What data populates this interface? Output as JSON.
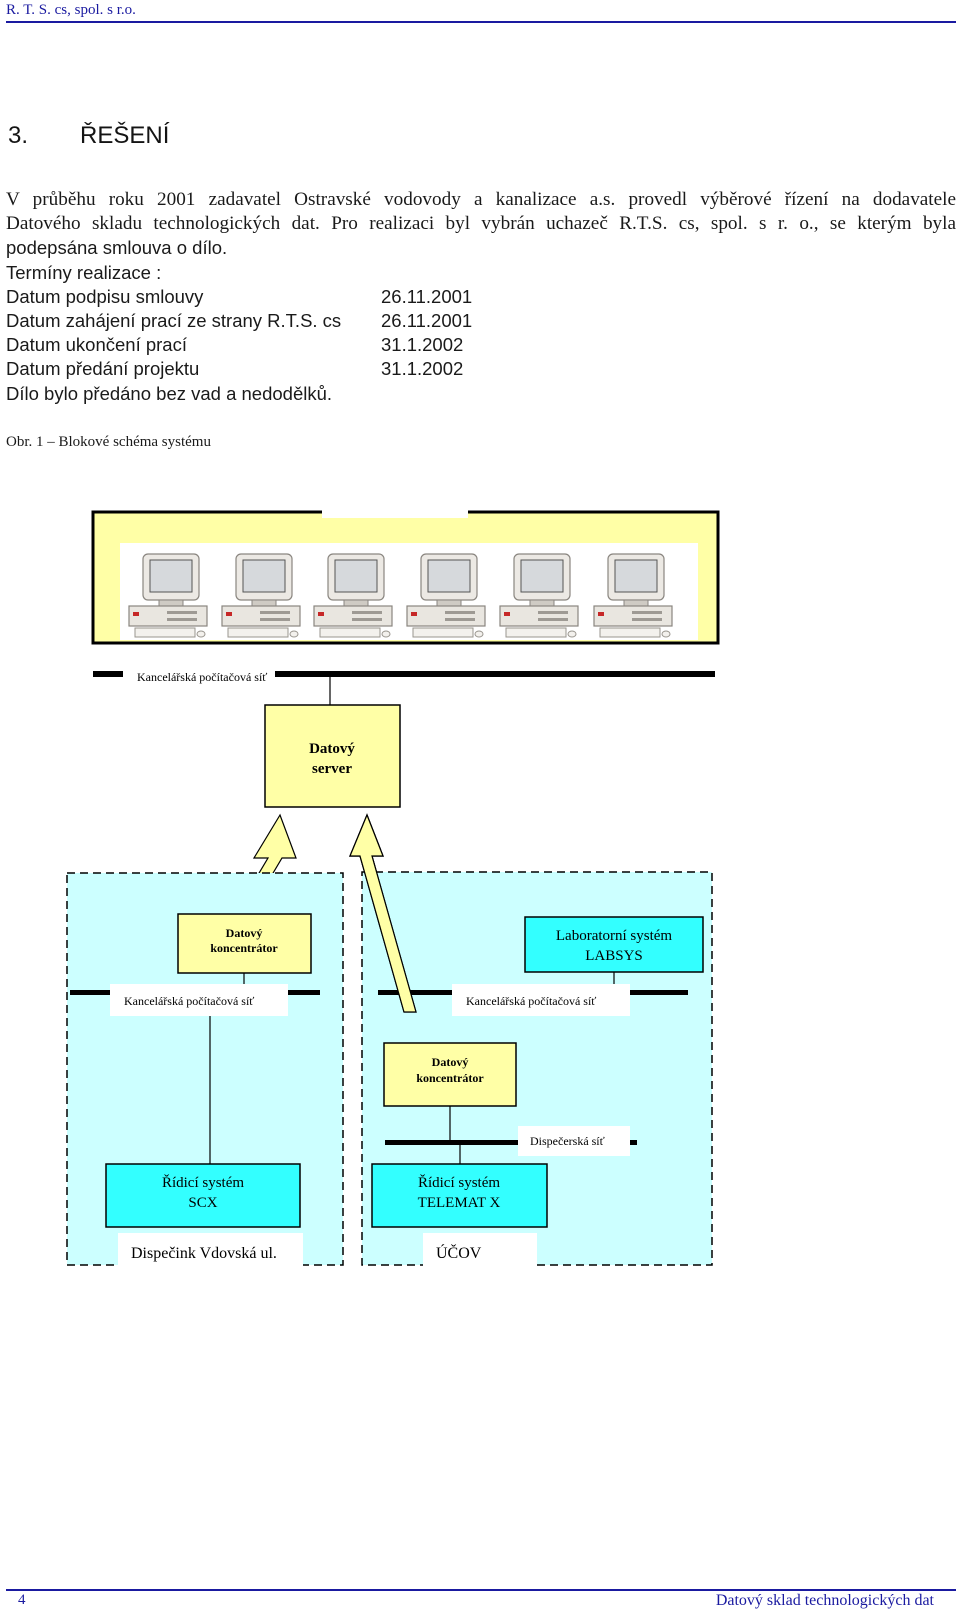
{
  "header": {
    "company": "R. T. S. cs, spol. s r.o."
  },
  "section": {
    "number": "3.",
    "title": "ŘEŠENÍ"
  },
  "intro": {
    "line1": "V průběhu roku 2001 zadavatel Ostravské vodovody a kanalizace a.s. provedl výběrové řízení na dodavatele",
    "line2": "Datového skladu technologických dat. Pro realizaci byl vybrán uchazeč R.T.S. cs, spol. s r. o., se kterým byla",
    "line3": "podepsána smlouva o dílo."
  },
  "terms": {
    "heading": "Termíny realizace :",
    "rows": [
      {
        "label": "Datum podpisu smlouvy",
        "value": "26.11.2001"
      },
      {
        "label": "Datum zahájení prací ze strany R.T.S. cs",
        "value": "26.11.2001"
      },
      {
        "label": "Datum ukončení prací",
        "value": "31.1.2002"
      },
      {
        "label": "Datum předání projektu",
        "value": "31.1.2002"
      }
    ],
    "closing": "Dílo bylo předáno bez vad a nedodělků."
  },
  "figure": {
    "caption": "Obr. 1 – Blokové schéma systému",
    "top_network": "Kancelářská počítačová síť",
    "server": [
      "Datový",
      "server"
    ],
    "concentrator_left": [
      "Datový",
      "koncentrátor"
    ],
    "labsys": [
      "Laboratorní systém",
      "LABSYS"
    ],
    "net_left": "Kancelářská počítačová síť",
    "net_right": "Kancelářská počítačová síť",
    "concentrator_center": [
      "Datový",
      "koncentrátor"
    ],
    "dispatch_network": "Dispečerská síť",
    "scx": [
      "Řídicí systém",
      "SCX"
    ],
    "telemat": [
      "Řídicí systém",
      "TELEMAT X"
    ],
    "site_left": "Dispečink Vdovská ul.",
    "site_right": "ÚČOV",
    "colors": {
      "yellow": "#ffffa6",
      "cyan": "#ccffff",
      "box_cyan": "#33ffff",
      "rule": "#1a1aa0"
    }
  },
  "footer": {
    "page": "4",
    "title": "Datový sklad technologických dat"
  }
}
